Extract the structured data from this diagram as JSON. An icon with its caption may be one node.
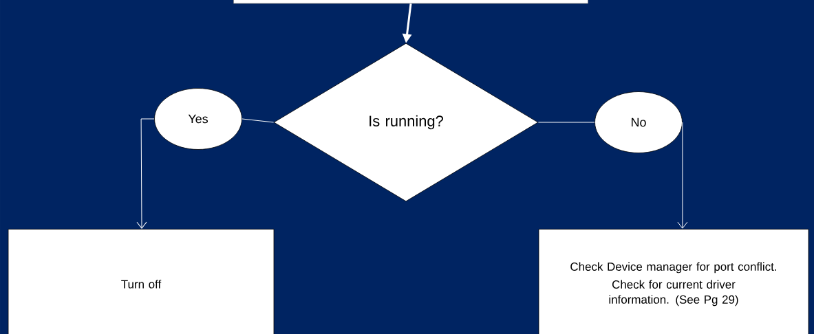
{
  "diagram": {
    "nodes": [
      {
        "text": [],
        "shape": "box"
      },
      {
        "text": [
          "Is running?"
        ]
      },
      {
        "text": [
          "Yes"
        ]
      },
      {
        "text": [
          "No"
        ]
      },
      {
        "text": [
          "Turn off"
        ]
      },
      {
        "text": [
          "Check Device manager for port conflict.",
          "Check for current driver information. (See Pg 29)"
        ]
      }
    ],
    "edges": [
      {
        "from": 0,
        "to": 1,
        "arrow": "to",
        "style": "thick"
      },
      {
        "from": 1,
        "to": 2,
        "arrow": "none"
      },
      {
        "from": 1,
        "to": 3,
        "arrow": "none"
      },
      {
        "from": 2,
        "to": 4,
        "arrow": "to"
      },
      {
        "from": 3,
        "to": 5,
        "arrow": "to"
      }
    ]
  }
}
